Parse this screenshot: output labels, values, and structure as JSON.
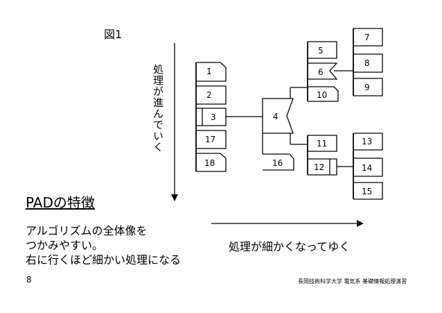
{
  "figure_label": "図1",
  "vertical_arrow_label": "処理が進んでいく",
  "horizontal_arrow_label": "処理が細かくなってゆく",
  "pad_title": "PADの特徴",
  "description_lines": [
    "アルゴリズムの全体像を",
    "つかみやすい。",
    "右に行くほど細かい処理になる"
  ],
  "slide_number": "8",
  "footer_text": "長岡技術科学大学 電気系 基礎情報処理演習",
  "boxes": {
    "b1": "1",
    "b2": "2",
    "b3": "3",
    "b4": "4",
    "b5": "5",
    "b6": "6",
    "b7": "7",
    "b8": "8",
    "b9": "9",
    "b10": "10",
    "b11": "11",
    "b12": "12",
    "b13": "13",
    "b14": "14",
    "b15": "15",
    "b16": "16",
    "b17": "17",
    "b18": "18"
  }
}
